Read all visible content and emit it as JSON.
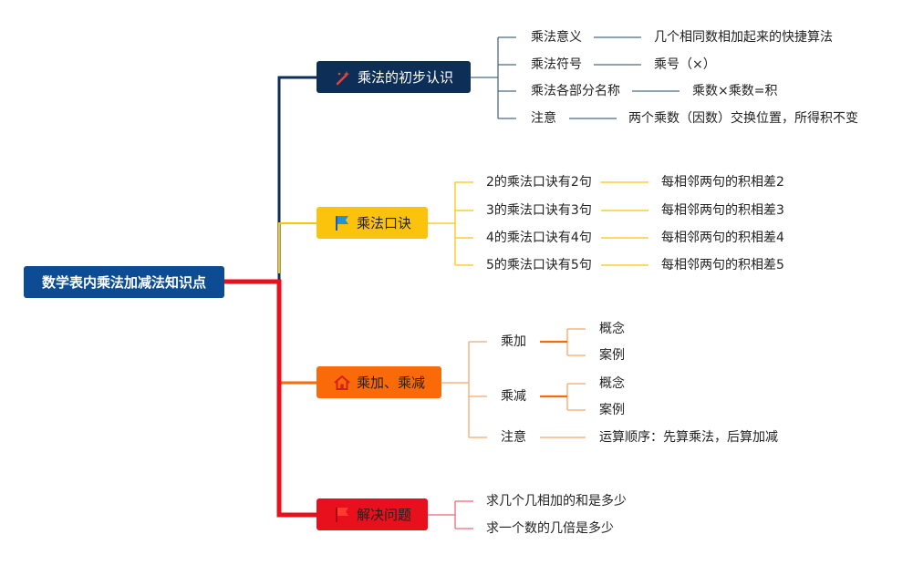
{
  "root": "数学表内乘法加减法知识点",
  "colors": {
    "root": "#0d4c92",
    "branch1": "#0d2e57",
    "branch2": "#fcc30d",
    "branch3": "#fb6a09",
    "branch4": "#e8101c"
  },
  "branch1": {
    "label": "乘法的初步认识",
    "icon": "magic-wand-icon",
    "items": [
      {
        "term": "乘法意义",
        "detail": "几个相同数相加起来的快捷算法"
      },
      {
        "term": "乘法符号",
        "detail": "乘号（×）"
      },
      {
        "term": "乘法各部分名称",
        "detail": "乘数×乘数=积"
      },
      {
        "term": "注意",
        "detail": "两个乘数（因数）交换位置，所得积不变"
      }
    ]
  },
  "branch2": {
    "label": "乘法口诀",
    "icon": "flag-icon",
    "items": [
      {
        "term": "2的乘法口诀有2句",
        "detail": "每相邻两句的积相差2"
      },
      {
        "term": "3的乘法口诀有3句",
        "detail": "每相邻两句的积相差3"
      },
      {
        "term": "4的乘法口诀有4句",
        "detail": "每相邻两句的积相差4"
      },
      {
        "term": "5的乘法口诀有5句",
        "detail": "每相邻两句的积相差5"
      }
    ]
  },
  "branch3": {
    "label": "乘加、乘减",
    "icon": "house-icon",
    "cheng_jia": {
      "label": "乘加",
      "children": [
        "概念",
        "案例"
      ]
    },
    "cheng_jian": {
      "label": "乘减",
      "children": [
        "概念",
        "案例"
      ]
    },
    "note": {
      "label": "注意",
      "detail": "运算顺序：先算乘法，后算加减"
    }
  },
  "branch4": {
    "label": "解决问题",
    "icon": "flag-icon",
    "items": [
      "求几个几相加的和是多少",
      "求一个数的几倍是多少"
    ]
  }
}
